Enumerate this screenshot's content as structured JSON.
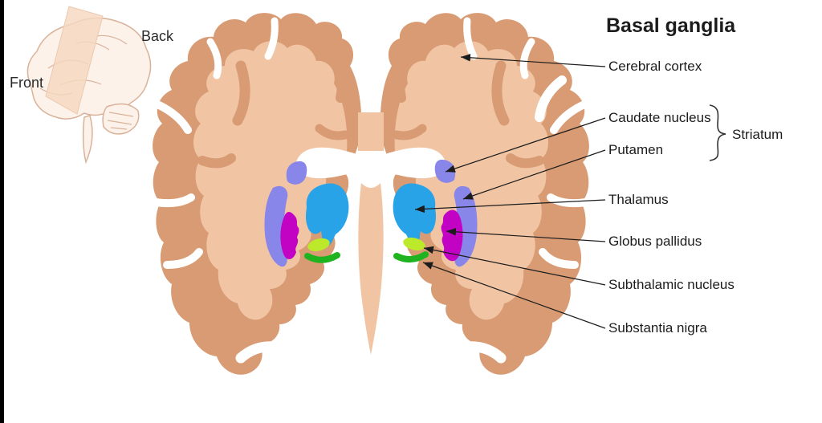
{
  "title": "Basal ganglia",
  "inset": {
    "back_label": "Back",
    "front_label": "Front"
  },
  "labels": {
    "cerebral_cortex": "Cerebral cortex",
    "caudate_nucleus": "Caudate nucleus",
    "putamen": "Putamen",
    "striatum": "Striatum",
    "thalamus": "Thalamus",
    "globus_pallidus": "Globus pallidus",
    "subthalamic_nucleus": "Subthalamic nucleus",
    "substantia_nigra": "Substantia nigra"
  },
  "colors": {
    "cortex_dark": "#D89B73",
    "cortex_light": "#F1C5A3",
    "caudate_putamen": "#8986EA",
    "thalamus": "#29A3E8",
    "globus_pallidus": "#C303C3",
    "subthalamic_nucleus": "#BDE92B",
    "substantia_nigra": "#1FB41F",
    "label_text": "#1C1C1C",
    "inset_brain_fill": "#FCF2EA",
    "inset_brain_stroke": "#D9B29A",
    "inset_plane": "#F5D8BF",
    "edge_bar": "#000000"
  }
}
